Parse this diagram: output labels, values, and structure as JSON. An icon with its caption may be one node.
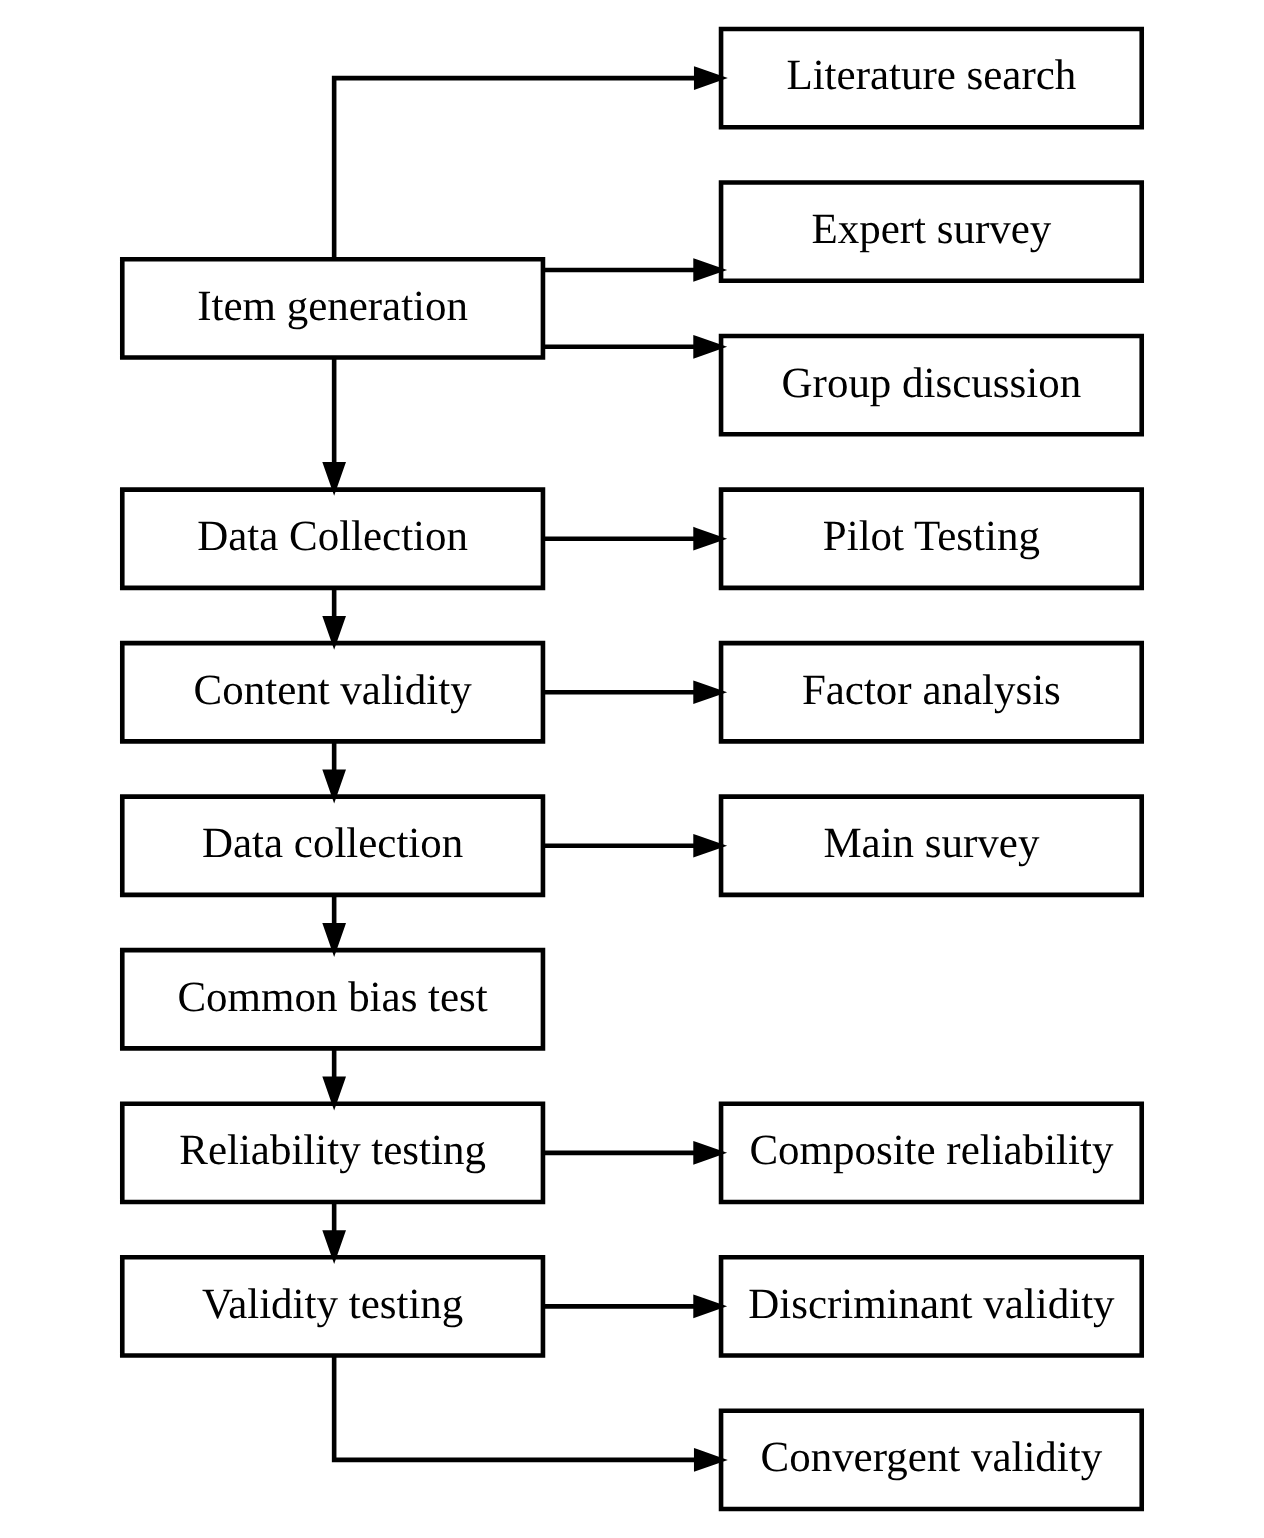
{
  "diagram": {
    "nodes": [
      {
        "text": [
          "Item generation"
        ]
      },
      {
        "text": [
          "Literature search"
        ]
      },
      {
        "text": [
          "Expert survey"
        ]
      },
      {
        "text": [
          "Group discussion"
        ]
      },
      {
        "text": [
          "Data Collection"
        ]
      },
      {
        "text": [
          "Pilot Testing"
        ]
      },
      {
        "text": [
          "Content validity"
        ]
      },
      {
        "text": [
          "Factor analysis"
        ]
      },
      {
        "text": [
          "Data collection"
        ]
      },
      {
        "text": [
          "Main survey"
        ]
      },
      {
        "text": [
          "Common bias test"
        ]
      },
      {
        "text": [
          "Reliability testing"
        ]
      },
      {
        "text": [
          "Composite reliability"
        ]
      },
      {
        "text": [
          "Validity testing"
        ]
      },
      {
        "text": [
          "Discriminant validity"
        ]
      },
      {
        "text": [
          "Convergent validity"
        ]
      }
    ],
    "edges": [
      {
        "from": 0,
        "to": 1,
        "arrow": "to"
      },
      {
        "from": 0,
        "to": 2,
        "arrow": "to"
      },
      {
        "from": 0,
        "to": 3,
        "arrow": "to"
      },
      {
        "from": 0,
        "to": 4,
        "arrow": "to"
      },
      {
        "from": 4,
        "to": 5,
        "arrow": "to"
      },
      {
        "from": 4,
        "to": 6,
        "arrow": "to"
      },
      {
        "from": 6,
        "to": 7,
        "arrow": "to"
      },
      {
        "from": 6,
        "to": 8,
        "arrow": "to"
      },
      {
        "from": 8,
        "to": 9,
        "arrow": "to"
      },
      {
        "from": 8,
        "to": 10,
        "arrow": "to"
      },
      {
        "from": 10,
        "to": 11,
        "arrow": "to"
      },
      {
        "from": 11,
        "to": 12,
        "arrow": "to"
      },
      {
        "from": 11,
        "to": 13,
        "arrow": "to"
      },
      {
        "from": 13,
        "to": 14,
        "arrow": "to"
      },
      {
        "from": 13,
        "to": 15,
        "arrow": "to"
      }
    ]
  }
}
